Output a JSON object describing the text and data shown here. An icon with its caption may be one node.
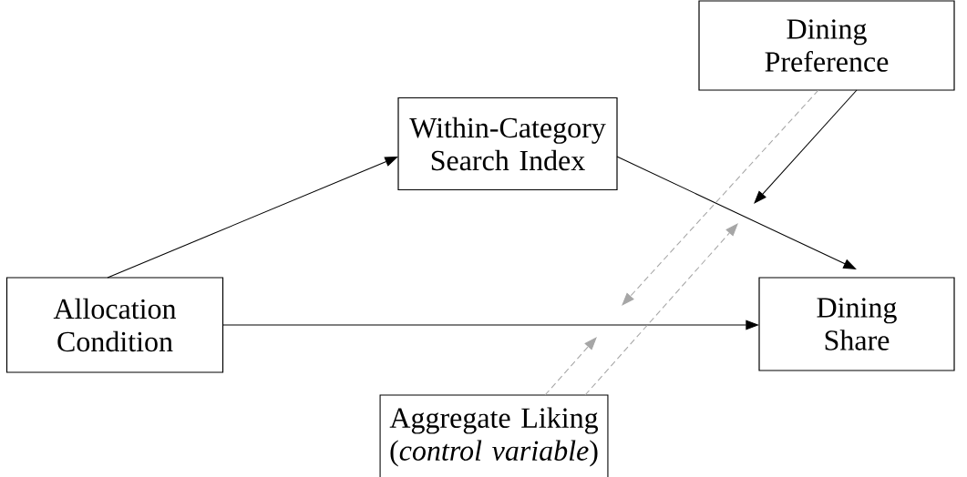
{
  "diagram": {
    "nodes": [
      {
        "text": [
          "Dining Preference"
        ]
      },
      {
        "text": [
          "Within-Category Search Index"
        ]
      },
      {
        "text": [
          "Allocation Condition"
        ]
      },
      {
        "text": [
          "Dining Share"
        ]
      },
      {
        "text": [
          "Aggregate Liking (*control variable*)"
        ]
      }
    ],
    "edges": [
      {
        "from": 2,
        "to": 1,
        "arrow": "to"
      },
      {
        "from": 1,
        "to": 3,
        "arrow": "to"
      },
      {
        "from": 2,
        "to": 3,
        "arrow": "to"
      },
      {
        "from": 0,
        "to": null,
        "arrow": "to"
      },
      {
        "from": 0,
        "to": null,
        "arrow": "to",
        "style": "dashed",
        "color": "#a6a6a6"
      },
      {
        "from": 4,
        "to": null,
        "arrow": "to",
        "style": "dashed",
        "color": "#a6a6a6"
      },
      {
        "from": 4,
        "to": null,
        "arrow": "to",
        "style": "dashed",
        "color": "#a6a6a6"
      }
    ]
  }
}
